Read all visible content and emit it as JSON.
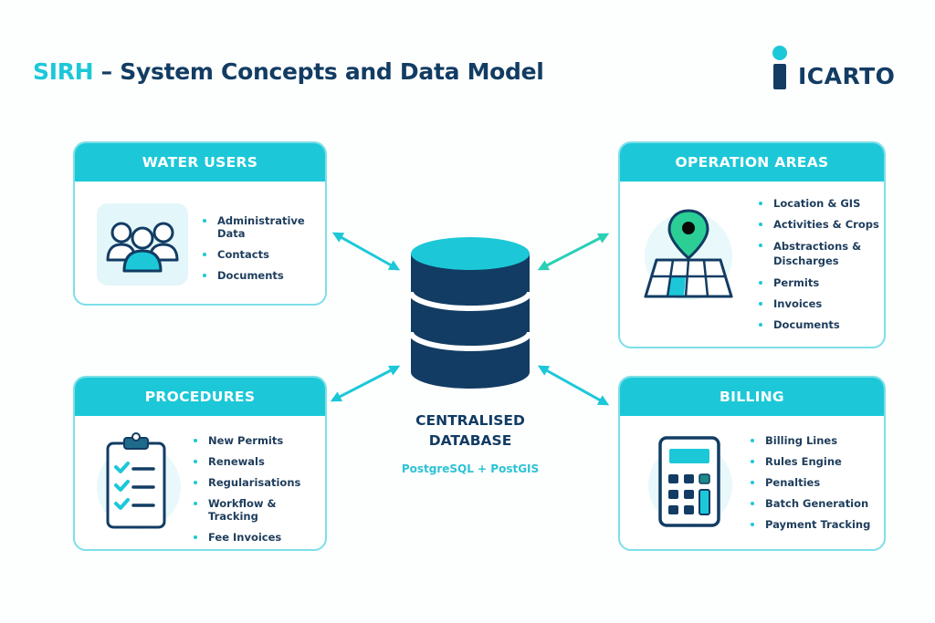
{
  "header": {
    "title_accent": "SIRH",
    "title_rest": " – System Concepts and Data Model"
  },
  "logo": {
    "wordmark": "ICARTO",
    "icon": "icarto-i-logo-icon"
  },
  "colors": {
    "accent": "#1cc8d8",
    "navy": "#123c63",
    "card_border": "#7ddfe8",
    "icon_bg": "#e3f6f9",
    "pin_green": "#2bcf96"
  },
  "center": {
    "icon": "database-icon",
    "label_line1": "CENTRALISED",
    "label_line2": "DATABASE",
    "subtitle": "PostgreSQL + PostGIS"
  },
  "cards": {
    "water_users": {
      "title": "WATER USERS",
      "icon": "users-group-icon",
      "items": [
        "Administrative Data",
        "Contacts",
        "Documents"
      ]
    },
    "operation_areas": {
      "title": "OPERATION AREAS",
      "icon": "map-pin-icon",
      "items": [
        "Location & GIS",
        "Activities & Crops",
        "Abstractions &",
        "Discharges",
        "Permits",
        "Invoices",
        "Documents"
      ]
    },
    "procedures": {
      "title": "PROCEDURES",
      "icon": "clipboard-checklist-icon",
      "items": [
        "New Permits",
        "Renewals",
        "Regularisations",
        "Workflow & Tracking",
        "Fee Invoices"
      ]
    },
    "billing": {
      "title": "BILLING",
      "icon": "calculator-icon",
      "items": [
        "Billing Lines",
        "Rules Engine",
        "Penalties",
        "Batch Generation",
        "Payment Tracking"
      ]
    }
  },
  "connections": [
    {
      "from": "water_users",
      "to": "database",
      "direction": "bidirectional"
    },
    {
      "from": "operation_areas",
      "to": "database",
      "direction": "bidirectional"
    },
    {
      "from": "procedures",
      "to": "database",
      "direction": "bidirectional"
    },
    {
      "from": "billing",
      "to": "database",
      "direction": "bidirectional"
    }
  ]
}
